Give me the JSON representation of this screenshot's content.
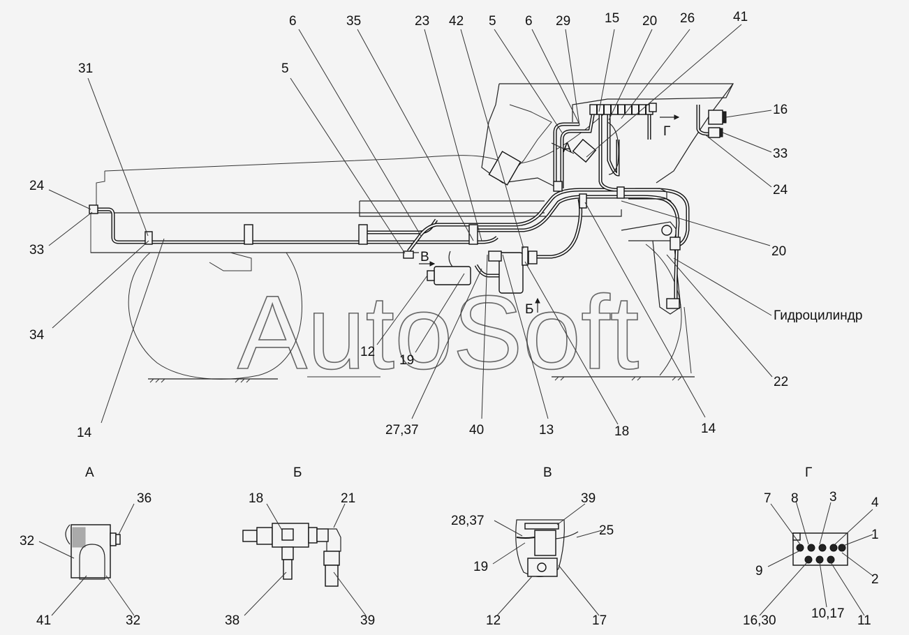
{
  "watermark": "AutoSoft",
  "main_labels": {
    "l31": "31",
    "l5a": "5",
    "l6a": "6",
    "l35": "35",
    "l23": "23",
    "l42": "42",
    "l5b": "5",
    "l6b": "6",
    "l29": "29",
    "l15": "15",
    "l20a": "20",
    "l26": "26",
    "l41": "41",
    "l16": "16",
    "l33a": "33",
    "l24a": "24",
    "l20b": "20",
    "l24b": "24",
    "l33b": "33",
    "l34": "34",
    "l14a": "14",
    "l12": "12",
    "l19": "19",
    "l2737": "27,37",
    "l40": "40",
    "l13": "13",
    "l18": "18",
    "l14b": "14",
    "l22": "22",
    "hydro": "Гидроцилиндр",
    "arrowA": "А",
    "arrowB": "Б",
    "arrowV": "В",
    "arrowG": "Г"
  },
  "detail_A": {
    "title": "А",
    "l36": "36",
    "l32a": "32",
    "l41": "41",
    "l32b": "32"
  },
  "detail_B": {
    "title": "Б",
    "l18": "18",
    "l21": "21",
    "l38": "38",
    "l39": "39"
  },
  "detail_V": {
    "title": "В",
    "l39": "39",
    "l2837": "28,37",
    "l25": "25",
    "l19": "19",
    "l12": "12",
    "l17": "17"
  },
  "detail_G": {
    "title": "Г",
    "l7": "7",
    "l8": "8",
    "l3": "3",
    "l4": "4",
    "l1": "1",
    "l9": "9",
    "l2": "2",
    "l1630": "16,30",
    "l1017": "10,17",
    "l11": "11"
  }
}
